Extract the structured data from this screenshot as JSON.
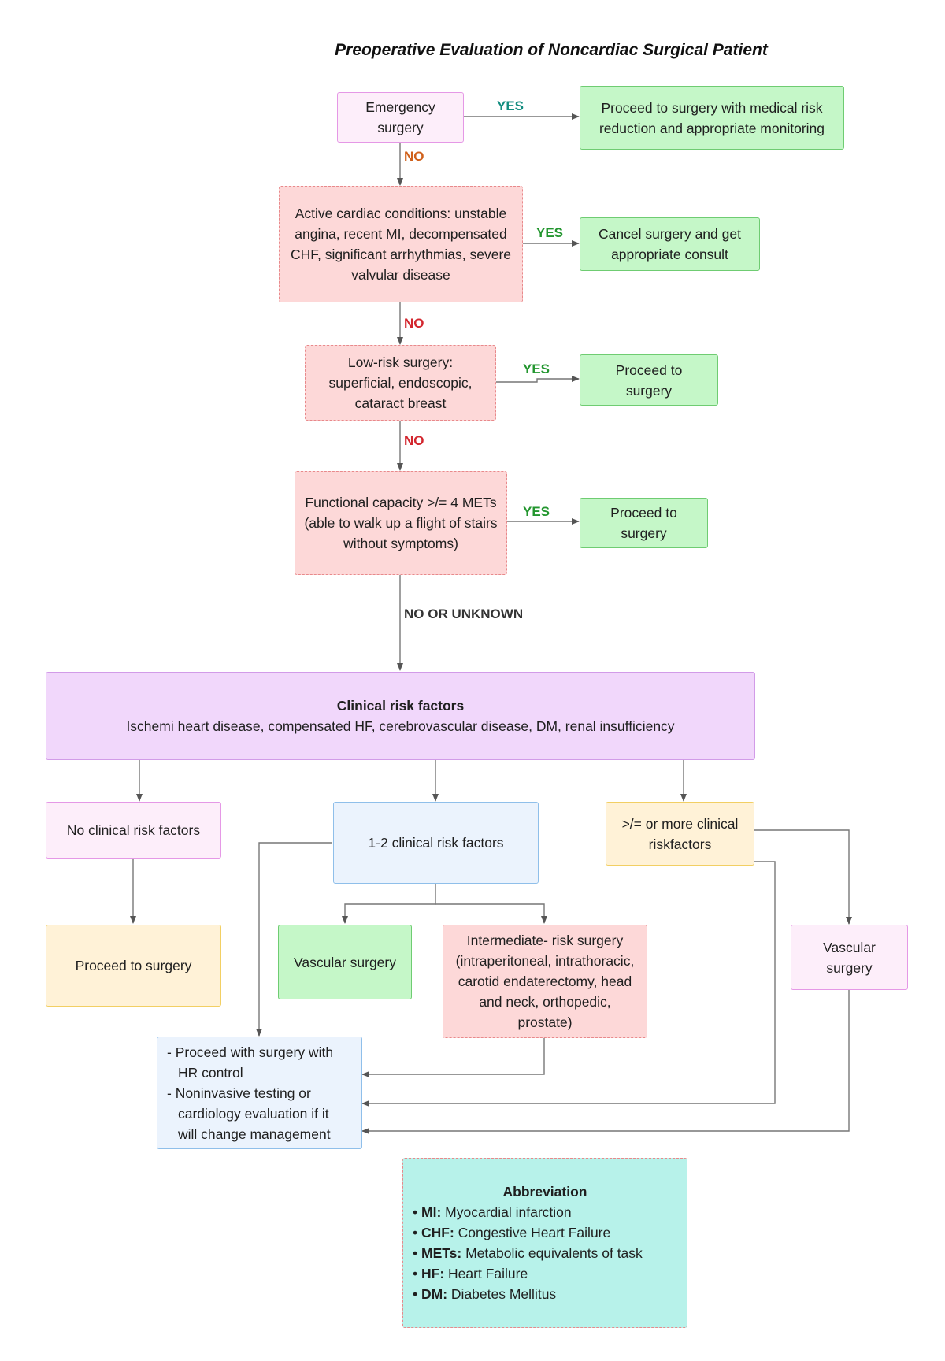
{
  "title": "Preoperative Evaluation of Noncardiac Surgical Patient",
  "nodes": {
    "emergency": "Emergency surgery",
    "proceed_medical": "Proceed to surgery with medical risk reduction and appropriate monitoring",
    "active_cardiac": "Active cardiac conditions: unstable angina, recent MI, decompensated CHF, significant arrhythmias, severe valvular disease",
    "cancel_surgery": "Cancel surgery and get appropriate consult",
    "low_risk": "Low-risk surgery: superficial, endoscopic, cataract breast",
    "proceed_1": "Proceed to surgery",
    "functional": "Functional capacity >/= 4 METs (able to walk up a flight of stairs without symptoms)",
    "proceed_2": "Proceed to surgery",
    "clinical_title": "Clinical risk factors",
    "clinical_desc": "Ischemi heart disease, compensated  HF, cerebrovascular disease, DM, renal insufficiency",
    "no_factors": "No clinical risk factors",
    "one_two_factors": "1-2 clinical risk factors",
    "three_factors": ">/= or more clinical riskfactors",
    "proceed_3": "Proceed to surgery",
    "vascular_1": "Vascular surgery",
    "intermediate": "Intermediate- risk surgery (intraperitoneal, intrathoracic, carotid endaterectomy, head and neck, orthopedic, prostate)",
    "vascular_2": "Vascular surgery",
    "outcome_1": "- Proceed with surgery with",
    "outcome_1b": "HR control",
    "outcome_2": "- Noninvasive testing or",
    "outcome_2b": "cardiology evaluation if it",
    "outcome_2c": "will change management"
  },
  "edge_labels": {
    "yes": "YES",
    "no": "NO",
    "no_or_unknown": "NO OR UNKNOWN"
  },
  "abbreviation": {
    "title": "Abbreviation",
    "items": [
      {
        "term": "MI:",
        "desc": "Myocardial infarction"
      },
      {
        "term": "CHF:",
        "desc": "Congestive Heart Failure"
      },
      {
        "term": "METs:",
        "desc": "Metabolic equivalents of task"
      },
      {
        "term": "HF:",
        "desc": "Heart Failure"
      },
      {
        "term": "DM:",
        "desc": "Diabetes Mellitus"
      }
    ]
  }
}
